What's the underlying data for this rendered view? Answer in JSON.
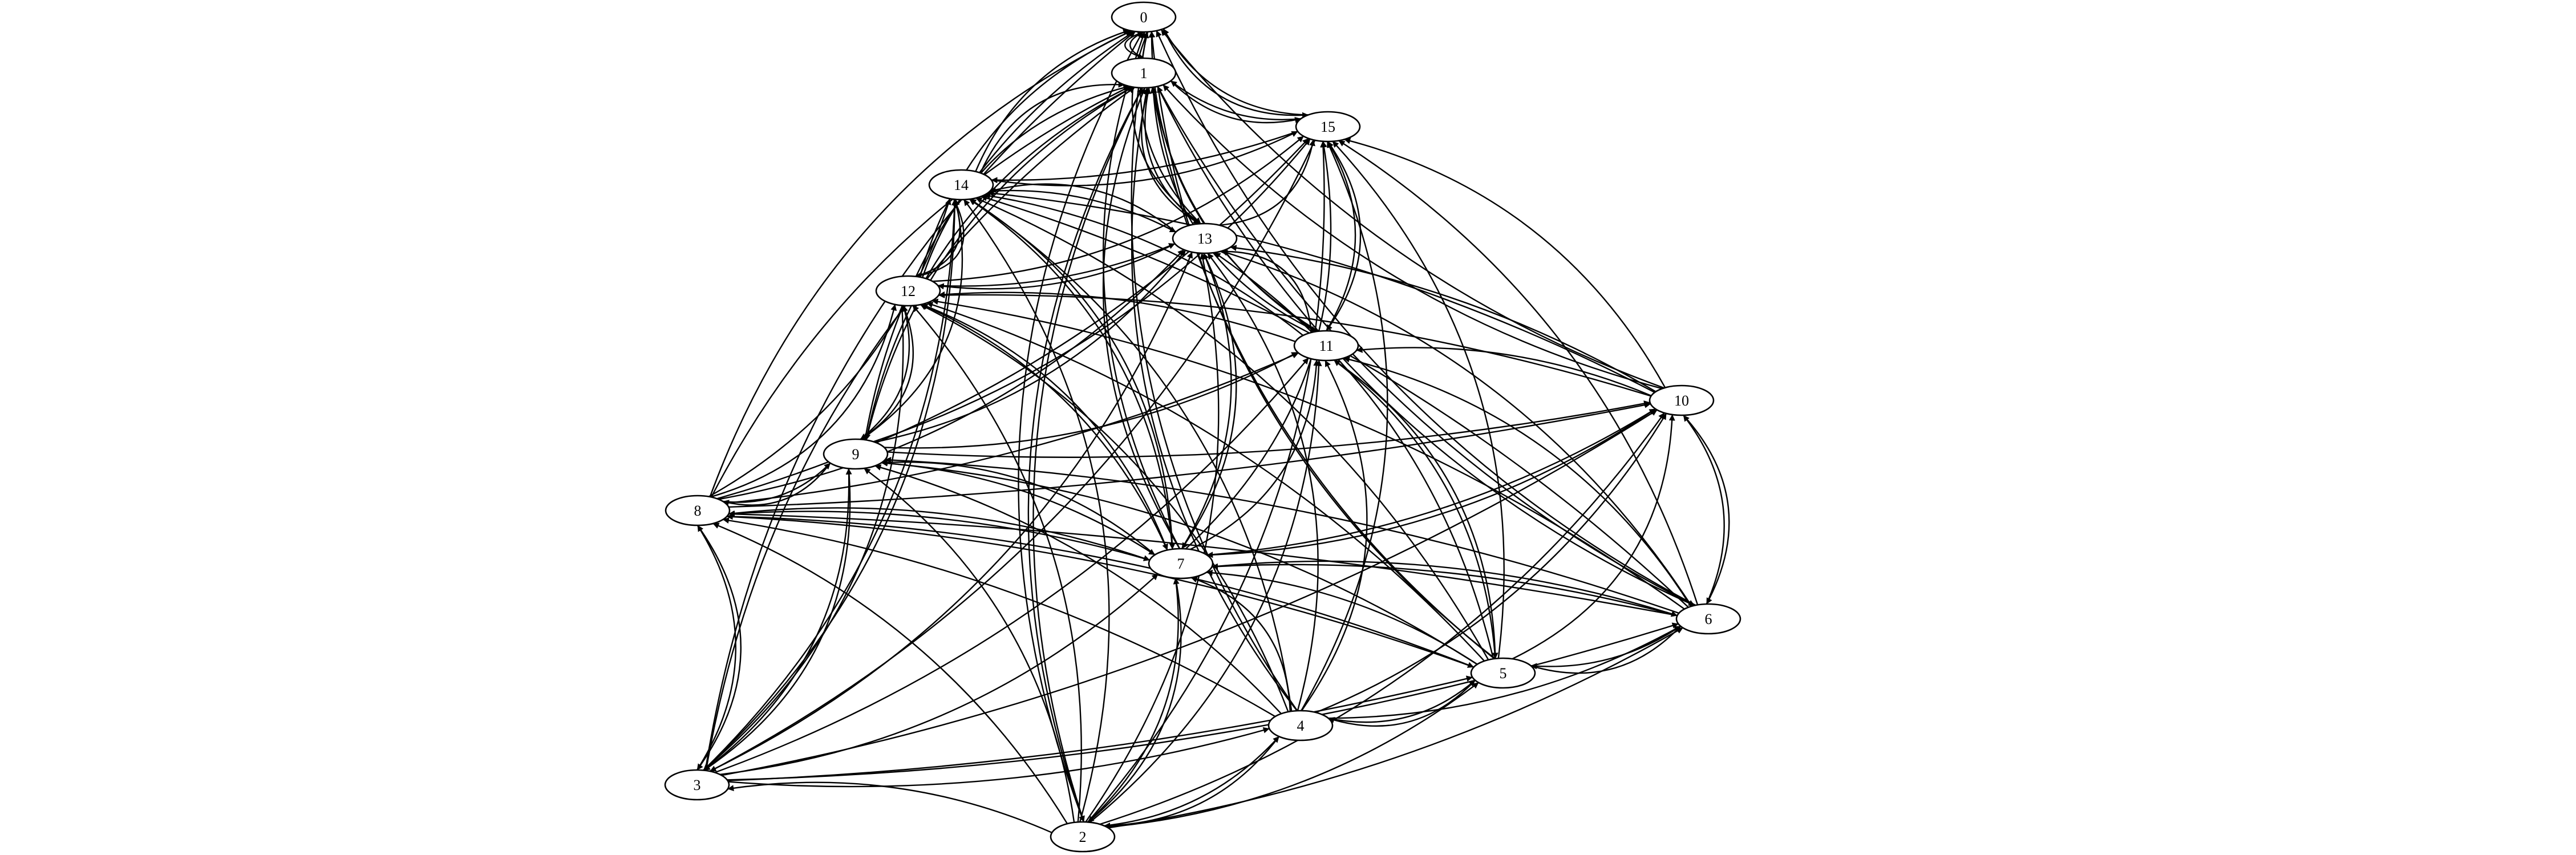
{
  "graph": {
    "type": "directed-multigraph",
    "colors": {
      "background": "#ffffff",
      "stroke": "#000000",
      "node_fill": "#ffffff",
      "text": "#000000"
    },
    "nodes": [
      {
        "id": "0",
        "label": "0"
      },
      {
        "id": "1",
        "label": "1"
      },
      {
        "id": "2",
        "label": "2"
      },
      {
        "id": "3",
        "label": "3"
      },
      {
        "id": "4",
        "label": "4"
      },
      {
        "id": "5",
        "label": "5"
      },
      {
        "id": "6",
        "label": "6"
      },
      {
        "id": "7",
        "label": "7"
      },
      {
        "id": "8",
        "label": "8"
      },
      {
        "id": "9",
        "label": "9"
      },
      {
        "id": "10",
        "label": "10"
      },
      {
        "id": "11",
        "label": "11"
      },
      {
        "id": "12",
        "label": "12"
      },
      {
        "id": "13",
        "label": "13"
      },
      {
        "id": "14",
        "label": "14"
      },
      {
        "id": "15",
        "label": "15"
      }
    ],
    "edges": [
      [
        "1",
        "0"
      ],
      [
        "0",
        "1"
      ],
      [
        "13",
        "0"
      ],
      [
        "0",
        "13"
      ],
      [
        "15",
        "0"
      ],
      [
        "0",
        "15"
      ],
      [
        "14",
        "0"
      ],
      [
        "12",
        "0"
      ],
      [
        "11",
        "0"
      ],
      [
        "10",
        "0"
      ],
      [
        "9",
        "0"
      ],
      [
        "8",
        "0"
      ],
      [
        "7",
        "0"
      ],
      [
        "6",
        "0"
      ],
      [
        "5",
        "0"
      ],
      [
        "4",
        "0"
      ],
      [
        "3",
        "0"
      ],
      [
        "2",
        "0"
      ],
      [
        "15",
        "1"
      ],
      [
        "1",
        "15"
      ],
      [
        "14",
        "1"
      ],
      [
        "13",
        "1"
      ],
      [
        "1",
        "13"
      ],
      [
        "12",
        "1"
      ],
      [
        "11",
        "1"
      ],
      [
        "10",
        "1"
      ],
      [
        "9",
        "1"
      ],
      [
        "8",
        "1"
      ],
      [
        "7",
        "1"
      ],
      [
        "6",
        "1"
      ],
      [
        "5",
        "1"
      ],
      [
        "4",
        "1"
      ],
      [
        "3",
        "1"
      ],
      [
        "2",
        "1"
      ],
      [
        "1",
        "9"
      ],
      [
        "1",
        "11"
      ],
      [
        "1",
        "6"
      ],
      [
        "1",
        "2"
      ],
      [
        "14",
        "15"
      ],
      [
        "15",
        "14"
      ],
      [
        "13",
        "15"
      ],
      [
        "12",
        "15"
      ],
      [
        "11",
        "15"
      ],
      [
        "15",
        "11"
      ],
      [
        "10",
        "15"
      ],
      [
        "9",
        "15"
      ],
      [
        "8",
        "15"
      ],
      [
        "7",
        "15"
      ],
      [
        "6",
        "15"
      ],
      [
        "5",
        "15"
      ],
      [
        "4",
        "15"
      ],
      [
        "2",
        "15"
      ],
      [
        "15",
        "3"
      ],
      [
        "13",
        "14"
      ],
      [
        "14",
        "13"
      ],
      [
        "12",
        "14"
      ],
      [
        "14",
        "12"
      ],
      [
        "11",
        "14"
      ],
      [
        "10",
        "14"
      ],
      [
        "9",
        "14"
      ],
      [
        "8",
        "14"
      ],
      [
        "7",
        "14"
      ],
      [
        "14",
        "7"
      ],
      [
        "6",
        "14"
      ],
      [
        "5",
        "14"
      ],
      [
        "4",
        "14"
      ],
      [
        "3",
        "14"
      ],
      [
        "14",
        "3"
      ],
      [
        "2",
        "14"
      ],
      [
        "12",
        "13"
      ],
      [
        "13",
        "12"
      ],
      [
        "11",
        "13"
      ],
      [
        "10",
        "13"
      ],
      [
        "9",
        "13"
      ],
      [
        "8",
        "13"
      ],
      [
        "7",
        "13"
      ],
      [
        "13",
        "7"
      ],
      [
        "6",
        "13"
      ],
      [
        "5",
        "13"
      ],
      [
        "4",
        "13"
      ],
      [
        "3",
        "13"
      ],
      [
        "2",
        "13"
      ],
      [
        "11",
        "12"
      ],
      [
        "10",
        "12"
      ],
      [
        "9",
        "12"
      ],
      [
        "12",
        "9"
      ],
      [
        "8",
        "12"
      ],
      [
        "7",
        "12"
      ],
      [
        "12",
        "7"
      ],
      [
        "6",
        "12"
      ],
      [
        "5",
        "12"
      ],
      [
        "4",
        "12"
      ],
      [
        "3",
        "12"
      ],
      [
        "2",
        "12"
      ],
      [
        "10",
        "11"
      ],
      [
        "9",
        "11"
      ],
      [
        "8",
        "11"
      ],
      [
        "7",
        "11"
      ],
      [
        "6",
        "11"
      ],
      [
        "5",
        "11"
      ],
      [
        "11",
        "5"
      ],
      [
        "4",
        "11"
      ],
      [
        "3",
        "11"
      ],
      [
        "2",
        "11"
      ],
      [
        "9",
        "10"
      ],
      [
        "8",
        "10"
      ],
      [
        "7",
        "10"
      ],
      [
        "10",
        "7"
      ],
      [
        "6",
        "10"
      ],
      [
        "10",
        "6"
      ],
      [
        "5",
        "10"
      ],
      [
        "4",
        "10"
      ],
      [
        "3",
        "10"
      ],
      [
        "2",
        "10"
      ],
      [
        "8",
        "9"
      ],
      [
        "9",
        "8"
      ],
      [
        "7",
        "9"
      ],
      [
        "9",
        "7"
      ],
      [
        "6",
        "9"
      ],
      [
        "5",
        "9"
      ],
      [
        "4",
        "9"
      ],
      [
        "3",
        "9"
      ],
      [
        "9",
        "3"
      ],
      [
        "2",
        "9"
      ],
      [
        "7",
        "8"
      ],
      [
        "8",
        "7"
      ],
      [
        "6",
        "8"
      ],
      [
        "5",
        "8"
      ],
      [
        "8",
        "5"
      ],
      [
        "4",
        "8"
      ],
      [
        "3",
        "8"
      ],
      [
        "8",
        "3"
      ],
      [
        "2",
        "8"
      ],
      [
        "6",
        "7"
      ],
      [
        "7",
        "6"
      ],
      [
        "5",
        "7"
      ],
      [
        "4",
        "7"
      ],
      [
        "3",
        "7"
      ],
      [
        "2",
        "7"
      ],
      [
        "7",
        "2"
      ],
      [
        "5",
        "6"
      ],
      [
        "6",
        "5"
      ],
      [
        "4",
        "6"
      ],
      [
        "3",
        "6"
      ],
      [
        "2",
        "6"
      ],
      [
        "4",
        "5"
      ],
      [
        "5",
        "4"
      ],
      [
        "3",
        "5"
      ],
      [
        "2",
        "5"
      ],
      [
        "3",
        "4"
      ],
      [
        "2",
        "4"
      ],
      [
        "4",
        "2"
      ],
      [
        "2",
        "3"
      ]
    ]
  }
}
